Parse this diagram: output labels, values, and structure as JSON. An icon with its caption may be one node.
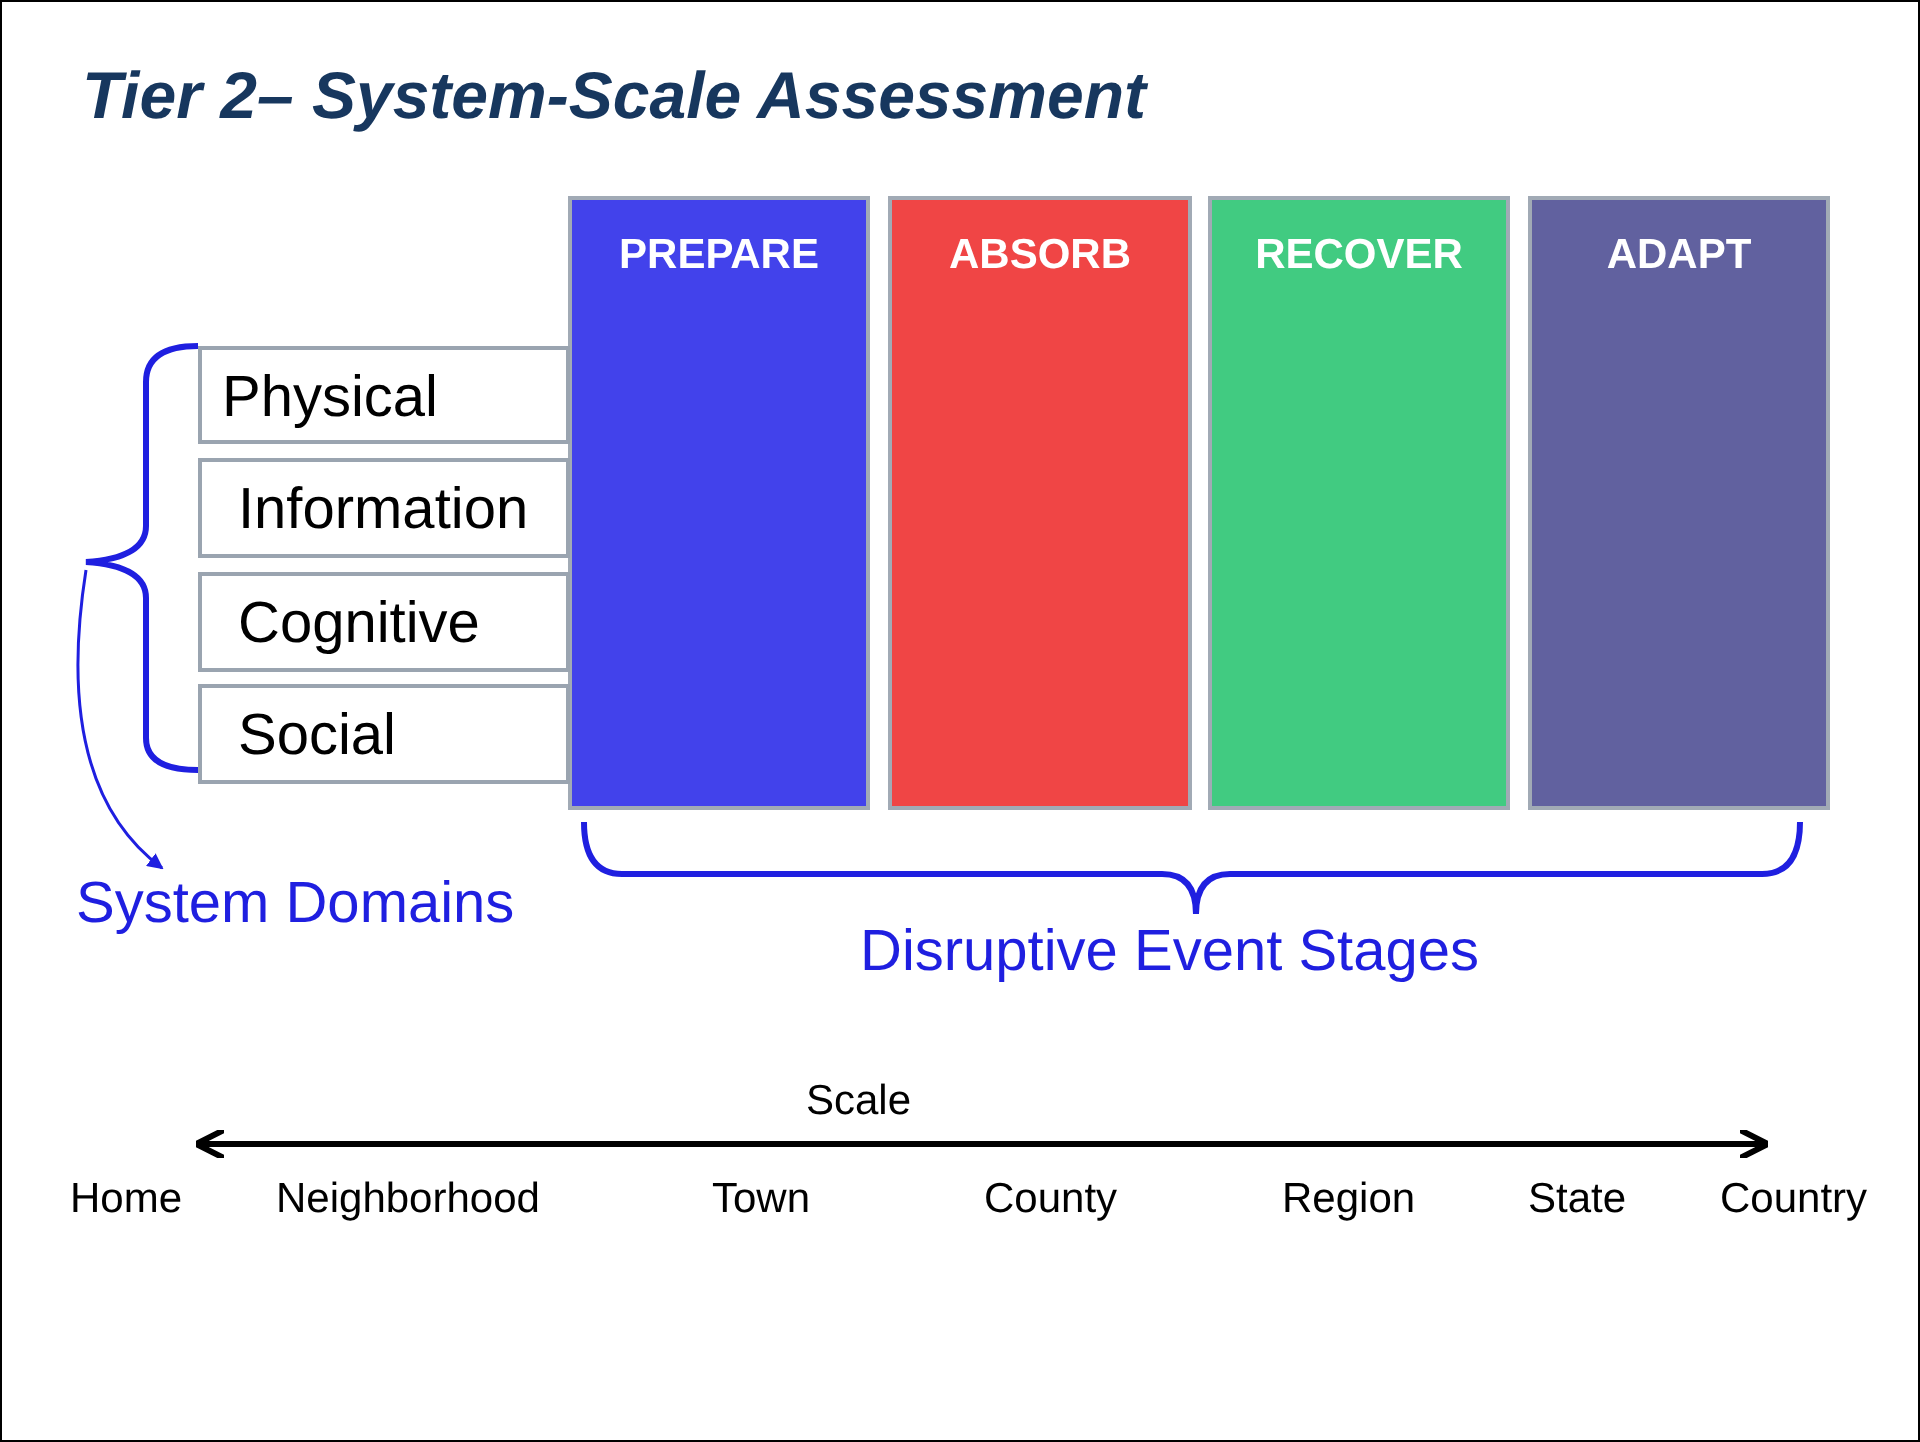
{
  "diagram": {
    "title": "Tier 2– System-Scale Assessment",
    "nodes": [
      {
        "text": [
          "PREPARE"
        ]
      },
      {
        "text": [
          "ABSORB"
        ]
      },
      {
        "text": [
          "RECOVER"
        ]
      },
      {
        "text": [
          "ADAPT"
        ]
      },
      {
        "text": [
          "Physical"
        ]
      },
      {
        "text": [
          "Information"
        ]
      },
      {
        "text": [
          "Cognitive"
        ]
      },
      {
        "text": [
          "Social"
        ]
      },
      {
        "text": [],
        "shape": "brace"
      },
      {
        "text": [
          "System Domains"
        ]
      }
    ],
    "edges": [
      {
        "from": 8,
        "to": 9,
        "arrow": "to"
      }
    ],
    "labels": [
      "Disruptive Event Stages",
      "Scale",
      "Home",
      "Neighborhood",
      "Town",
      "County",
      "Region",
      "State",
      "Country"
    ]
  }
}
